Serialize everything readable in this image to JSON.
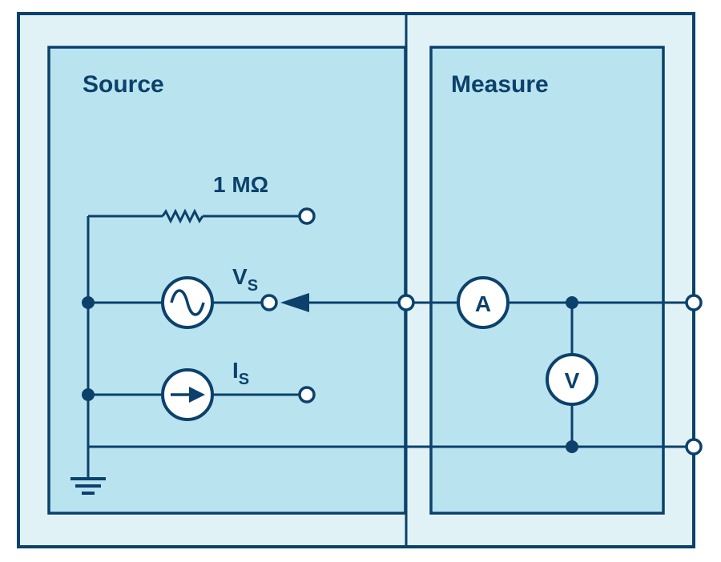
{
  "colors": {
    "stroke": "#0b416b",
    "outer_fill": "#e1f2f7",
    "panel_fill": "#b9e3ef",
    "terminal_fill": "#ffffff"
  },
  "panels": {
    "source": {
      "title": "Source"
    },
    "measure": {
      "title": "Measure"
    }
  },
  "components": {
    "resistor": {
      "value_label": "1 MΩ"
    },
    "voltage_source": {
      "symbol": "V",
      "subscript": "S"
    },
    "current_source": {
      "symbol": "I",
      "subscript": "S"
    },
    "ammeter": {
      "symbol": "A"
    },
    "voltmeter": {
      "symbol": "V"
    }
  }
}
